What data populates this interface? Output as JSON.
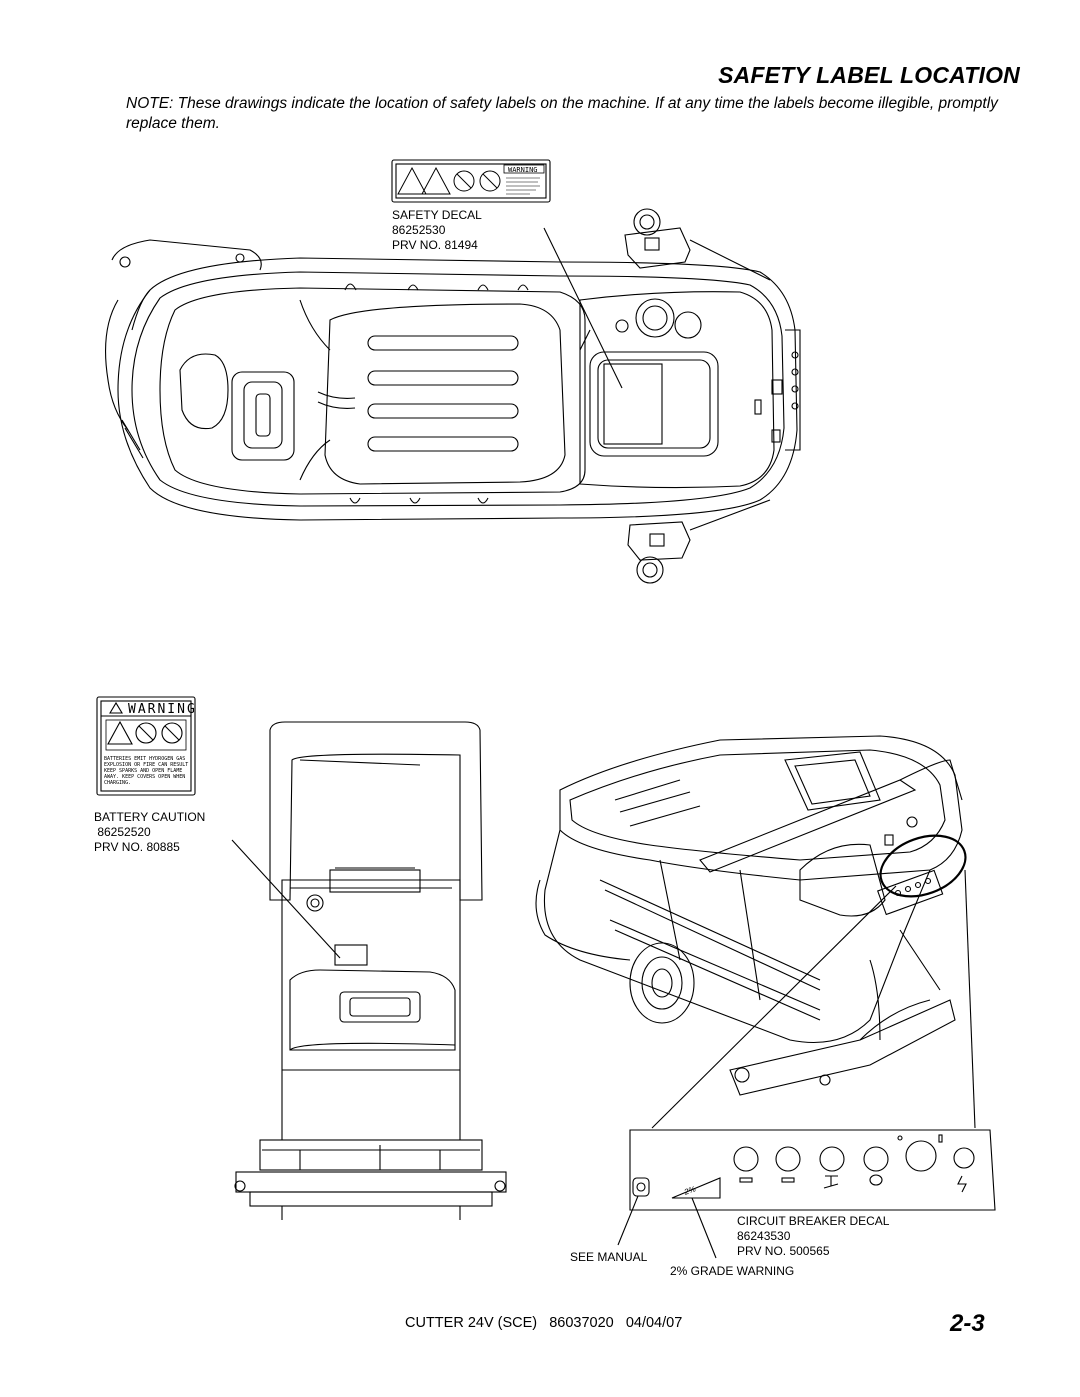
{
  "page": {
    "title": "SAFETY LABEL LOCATION",
    "note": "NOTE:  These drawings indicate the location of safety labels on the machine.  If at any time the labels become illegible, promptly replace them."
  },
  "labels": {
    "safety_decal": [
      "SAFETY DECAL",
      "86252530",
      "PRV NO. 81494"
    ],
    "battery_caution": [
      "BATTERY CAUTION",
      " 86252520",
      "PRV NO. 80885"
    ],
    "circuit_breaker": [
      "CIRCUIT BREAKER DECAL",
      "86243530",
      "PRV NO. 500565"
    ],
    "see_manual": "SEE MANUAL",
    "grade_warning": "2% GRADE WARNING"
  },
  "decals": {
    "warning_small": "WARNING",
    "warning_large": "WARNING",
    "battery_text": [
      "BATTERIES EMIT HYDROGEN GAS",
      "EXPLOSION OR FIRE CAN RESULT",
      "KEEP SPARKS AND OPEN FLAME",
      "AWAY. KEEP COVERS OPEN WHEN",
      "CHARGING."
    ],
    "grade_text": "2%"
  },
  "footer": {
    "text": "CUTTER 24V (SCE)   86037020   04/04/07",
    "page_number": "2-3"
  }
}
